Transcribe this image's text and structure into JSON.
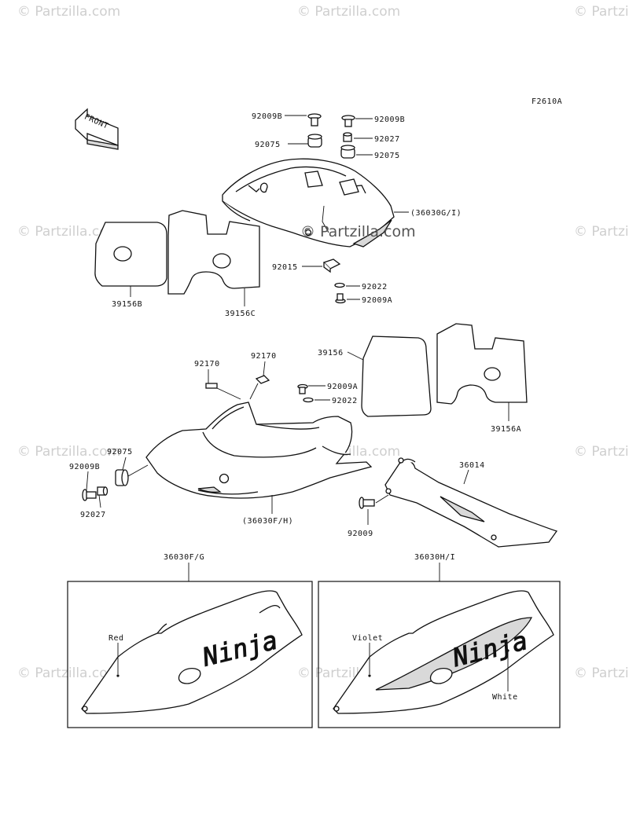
{
  "figure_code": "F2610A",
  "front_label": "FRONT",
  "watermark": {
    "text": "© Partzilla.com",
    "center_text": "© Partzilla.com"
  },
  "labels": {
    "p92009B_top_left": "92009B",
    "p92009B_top_right": "92009B",
    "p92075_top_left": "92075",
    "p92027_top": "92027",
    "p92075_top_right": "92075",
    "p36030GI": "(36030G/I)",
    "p92015": "92015",
    "p92022_top": "92022",
    "p92009A_top": "92009A",
    "p39156B": "39156B",
    "p39156C": "39156C",
    "p92170_left": "92170",
    "p92170_right": "92170",
    "p92009A_mid": "92009A",
    "p92022_mid": "92022",
    "p39156": "39156",
    "p39156A": "39156A",
    "p92075_left": "92075",
    "p92009B_left": "92009B",
    "p92027_left": "92027",
    "p36030FH": "(36030F/H)",
    "p36014": "36014",
    "p92009": "92009",
    "box_left_title": "36030F/G",
    "box_right_title": "36030H/I",
    "color_red": "Red",
    "color_violet": "Violet",
    "color_white": "White",
    "logo_text": "Ninja"
  },
  "colors": {
    "line": "#111111",
    "watermark": "#cfcfcf",
    "shade": "#d9d9d9"
  }
}
